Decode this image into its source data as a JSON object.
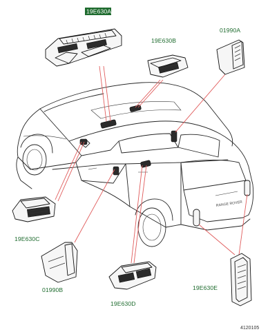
{
  "diagram": {
    "colors": {
      "label_text": "#1e6b2e",
      "selected_label_bg": "#1e6b2e",
      "leader_lines": "#e05a5a",
      "line_art": "#222222"
    },
    "vehicle_badge": "RANGE ROVER",
    "figure_reference": "4120105",
    "parts": [
      {
        "id": "19E630A",
        "label": "19E630A",
        "selected": true
      },
      {
        "id": "19E630B",
        "label": "19E630B",
        "selected": false
      },
      {
        "id": "01990A",
        "label": "01990A",
        "selected": false
      },
      {
        "id": "19E630C",
        "label": "19E630C",
        "selected": false
      },
      {
        "id": "01990B",
        "label": "01990B",
        "selected": false
      },
      {
        "id": "19E630D",
        "label": "19E630D",
        "selected": false
      },
      {
        "id": "19E630E",
        "label": "19E630E",
        "selected": false
      }
    ]
  }
}
